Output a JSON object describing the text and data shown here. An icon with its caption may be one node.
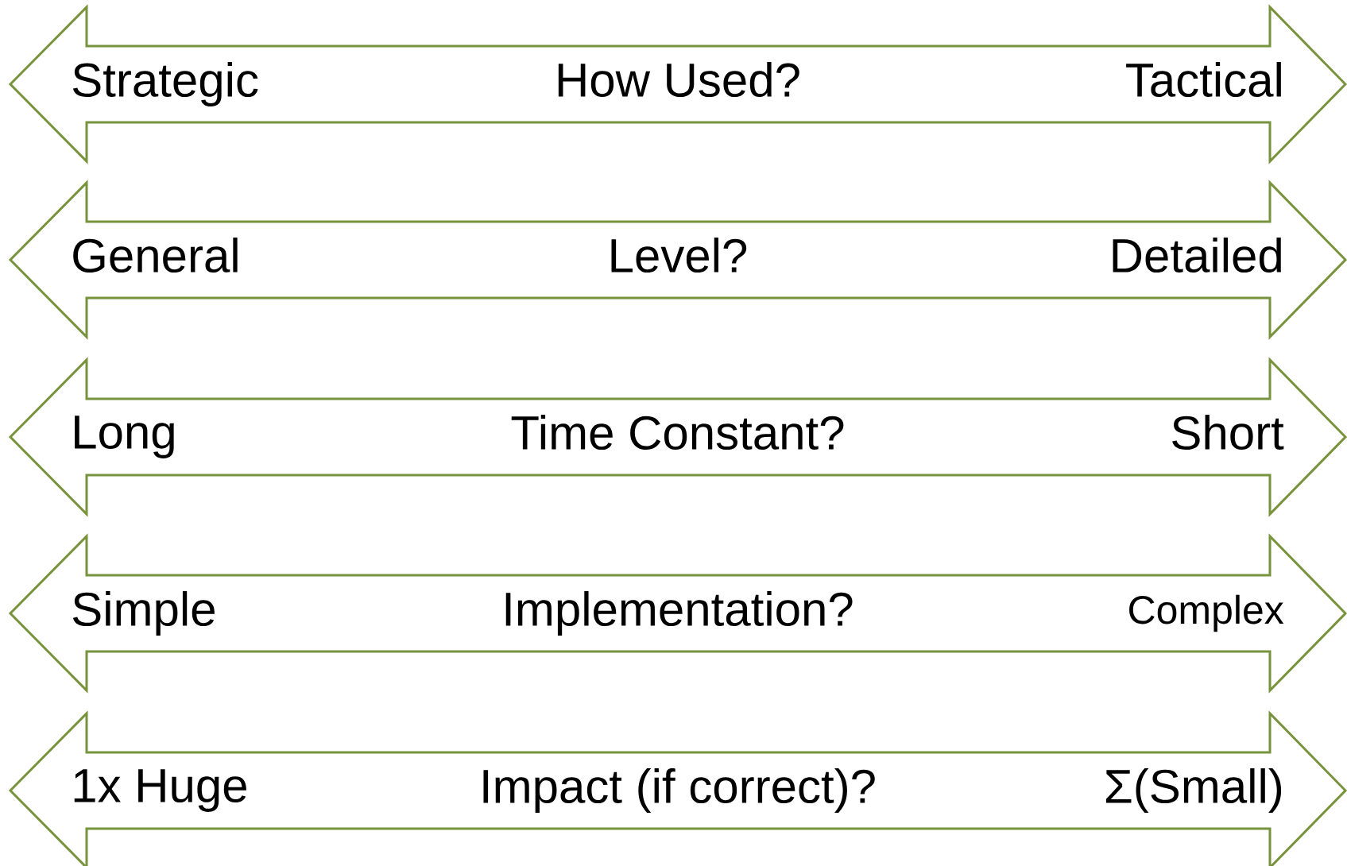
{
  "diagram": {
    "nodes": [
      {
        "text": [
          "Strategic",
          "How Used?",
          "Tactical"
        ]
      },
      {
        "text": [
          "General",
          "Level?",
          "Detailed"
        ]
      },
      {
        "text": [
          "Long",
          "Time Constant?",
          "Short"
        ]
      },
      {
        "text": [
          "Simple",
          "Implementation?",
          "Complex"
        ]
      },
      {
        "text": [
          "1x Huge",
          "Impact (if correct)?",
          "Σ(Small)"
        ]
      }
    ]
  }
}
